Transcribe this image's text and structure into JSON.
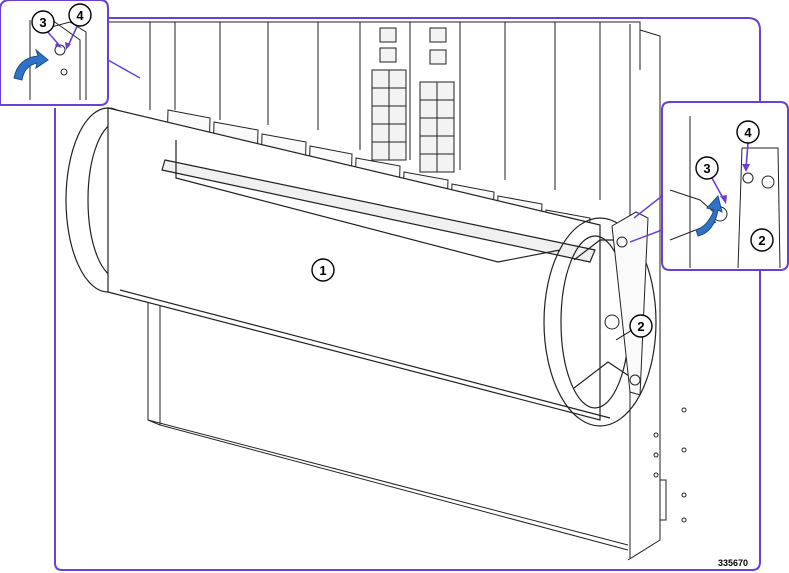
{
  "figure": {
    "id_label": "335670",
    "accent_color": "#6a3fd6",
    "callouts": [
      {
        "key": "main-1",
        "label": "1"
      },
      {
        "key": "main-2",
        "label": "2"
      },
      {
        "key": "inset-left-3",
        "label": "3"
      },
      {
        "key": "inset-left-4",
        "label": "4"
      },
      {
        "key": "inset-right-3",
        "label": "3"
      },
      {
        "key": "inset-right-4",
        "label": "4"
      },
      {
        "key": "inset-right-2",
        "label": "2"
      }
    ],
    "icons": [
      "curved-arrow-icon",
      "thumbscrew-icon",
      "bracket-icon"
    ]
  }
}
